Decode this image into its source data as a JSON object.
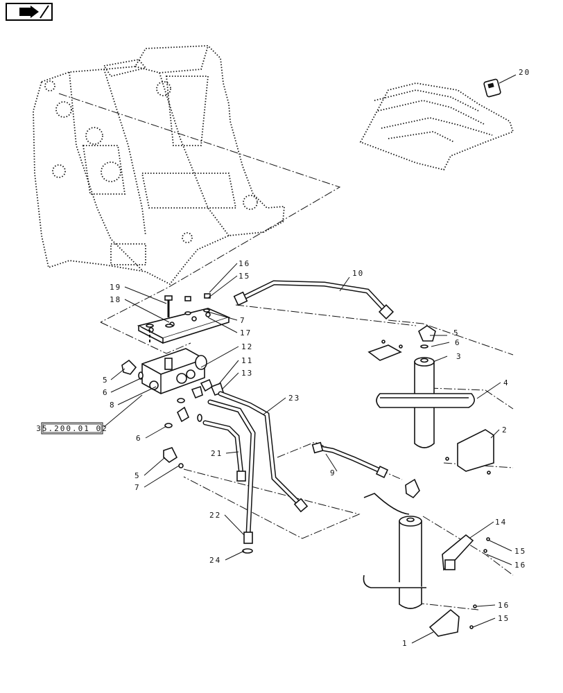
{
  "nav": {
    "icon": "arrow-right-icon"
  },
  "reference_box": "35.200.01 02",
  "callouts": {
    "c20": "20",
    "c10": "10",
    "c16a": "16",
    "c15a": "15",
    "c19": "19",
    "c18": "18",
    "c7a": "7",
    "c17": "17",
    "c12": "12",
    "c11": "11",
    "c13": "13",
    "c5a": "5",
    "c6a": "6",
    "c3": "3",
    "c5b": "5",
    "c6b": "6",
    "c8": "8",
    "c23": "23",
    "c4": "4",
    "c6c": "6",
    "c2": "2",
    "c21": "21",
    "c9": "9",
    "c5c": "5",
    "c7b": "7",
    "c22": "22",
    "c14": "14",
    "c15b": "15",
    "c16b": "16",
    "c24": "24",
    "c16c": "16",
    "c15c": "15",
    "c1": "1"
  }
}
